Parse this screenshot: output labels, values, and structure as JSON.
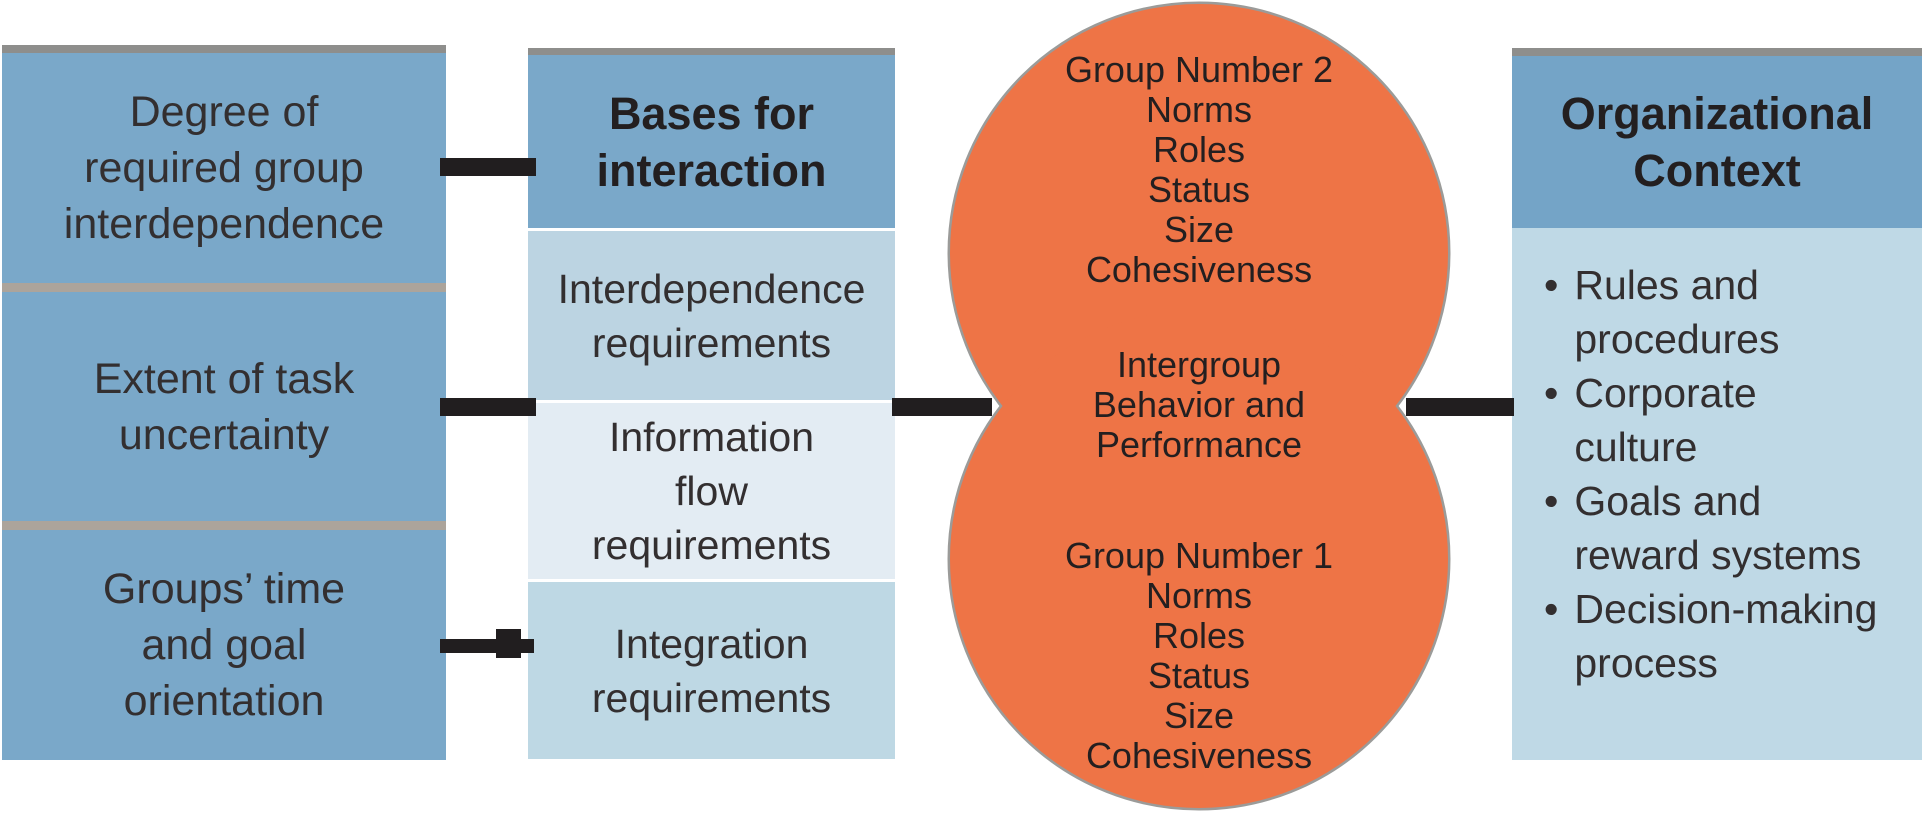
{
  "colors": {
    "column_blue": "#7AA8C9",
    "org_header_blue": "#74A4C7",
    "box_interdependence_blue": "#BCD4E2",
    "box_information_blue": "#E3ECF3",
    "box_integration_blue": "#BED8E4",
    "org_body_blue": "#BFD9E6",
    "circle_orange": "#EE7446",
    "circle_edge_gray": "#9B9B99",
    "separator_gray": "#ACA49B",
    "top_border_gray": "#8E8E8C",
    "connector_black": "#211E1F"
  },
  "left_column": {
    "cells": [
      {
        "text": "Degree of\nrequired group\ninterdependence"
      },
      {
        "text": "Extent of task\nuncertainty"
      },
      {
        "text": "Groups’ time\nand goal\norientation"
      }
    ]
  },
  "bases_column": {
    "header": "Bases for\ninteraction",
    "boxes": [
      {
        "text": "Interdependence\nrequirements"
      },
      {
        "text": "Information\nflow\nrequirements"
      },
      {
        "text": "Integration\nrequirements"
      }
    ]
  },
  "circles": {
    "group2": "Group Number 2\nNorms\nRoles\nStatus\nSize\nCohesiveness",
    "center": "Intergroup\nBehavior and\nPerformance",
    "group1": "Group Number 1\nNorms\nRoles\nStatus\nSize\nCohesiveness"
  },
  "org_column": {
    "header": "Organizational\nContext",
    "bullet": "•",
    "items": [
      "Rules and\nprocedures",
      "Corporate\nculture",
      "Goals and\nreward systems",
      "Decision-making\nprocess"
    ]
  }
}
